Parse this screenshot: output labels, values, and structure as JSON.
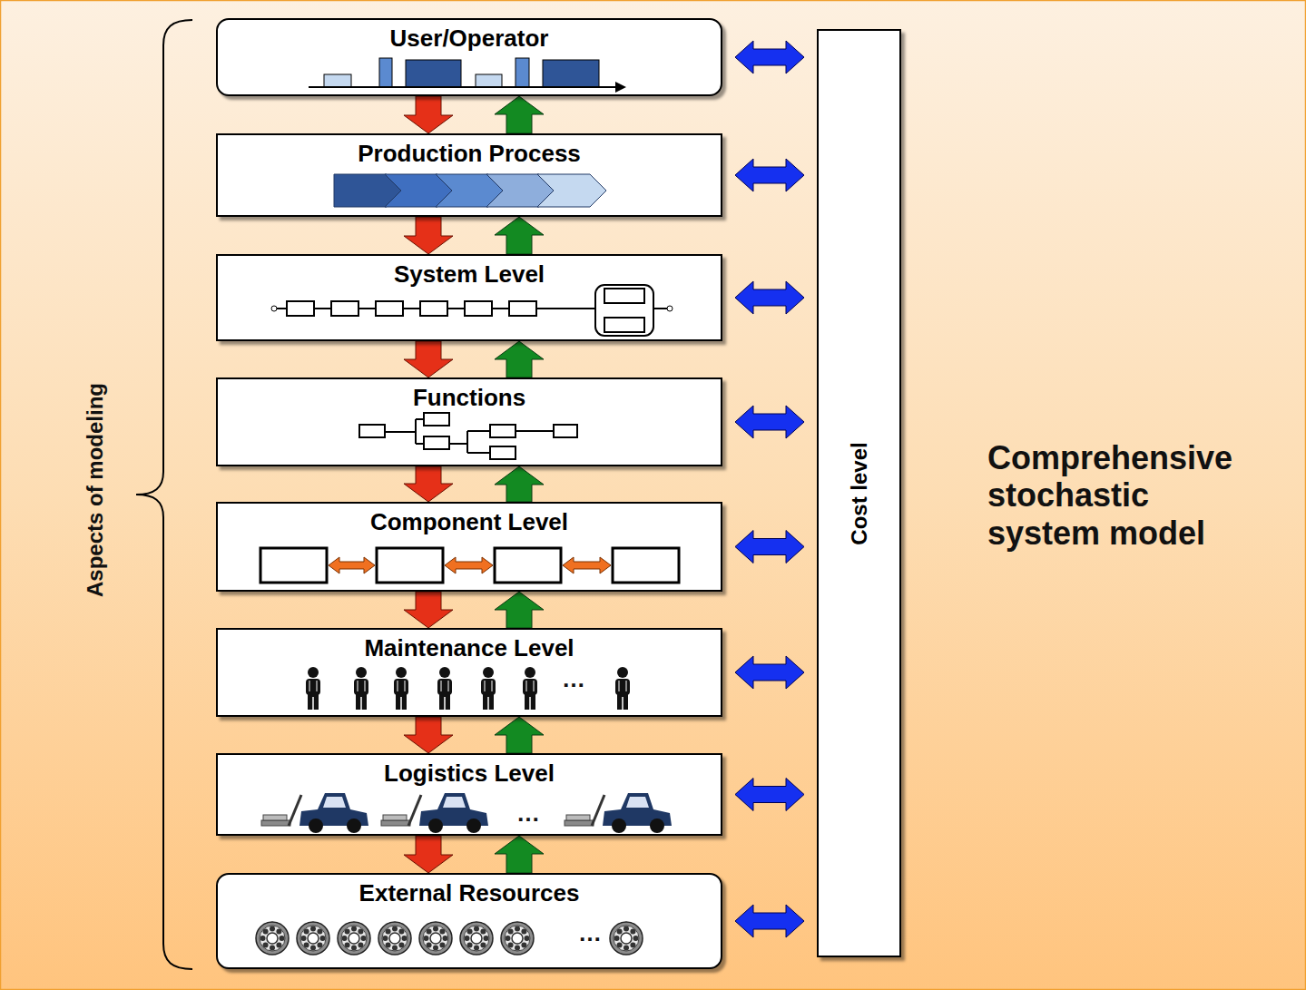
{
  "diagram": {
    "nodes": [
      {
        "text": [
          "User/Operator"
        ]
      },
      {
        "text": [
          "Production Process"
        ]
      },
      {
        "text": [
          "System Level"
        ]
      },
      {
        "text": [
          "Functions"
        ]
      },
      {
        "text": [
          "Component Level"
        ]
      },
      {
        "text": [
          "Maintenance Level"
        ]
      },
      {
        "text": [
          "Logistics Level"
        ]
      },
      {
        "text": [
          "External Resources"
        ]
      },
      {
        "text": [
          "Cost level"
        ]
      }
    ],
    "edges": [
      {
        "from": 0,
        "to": 1,
        "arrow": "to"
      },
      {
        "from": 1,
        "to": 0,
        "arrow": "to"
      },
      {
        "from": 1,
        "to": 2,
        "arrow": "to"
      },
      {
        "from": 2,
        "to": 1,
        "arrow": "to"
      },
      {
        "from": 2,
        "to": 3,
        "arrow": "to"
      },
      {
        "from": 3,
        "to": 2,
        "arrow": "to"
      },
      {
        "from": 3,
        "to": 4,
        "arrow": "to"
      },
      {
        "from": 4,
        "to": 3,
        "arrow": "to"
      },
      {
        "from": 4,
        "to": 5,
        "arrow": "to"
      },
      {
        "from": 5,
        "to": 4,
        "arrow": "to"
      },
      {
        "from": 5,
        "to": 6,
        "arrow": "to"
      },
      {
        "from": 6,
        "to": 5,
        "arrow": "to"
      },
      {
        "from": 6,
        "to": 7,
        "arrow": "to"
      },
      {
        "from": 7,
        "to": 6,
        "arrow": "to"
      },
      {
        "from": 0,
        "to": 8,
        "arrow": "both"
      },
      {
        "from": 1,
        "to": 8,
        "arrow": "both"
      },
      {
        "from": 2,
        "to": 8,
        "arrow": "both"
      },
      {
        "from": 3,
        "to": 8,
        "arrow": "both"
      },
      {
        "from": 4,
        "to": 8,
        "arrow": "both"
      },
      {
        "from": 5,
        "to": 8,
        "arrow": "both"
      },
      {
        "from": 6,
        "to": 8,
        "arrow": "both"
      },
      {
        "from": 7,
        "to": 8,
        "arrow": "both"
      }
    ],
    "labels": [
      "Aspects of modeling",
      "Comprehensive stochastic system model",
      "…",
      "…",
      "…"
    ]
  }
}
